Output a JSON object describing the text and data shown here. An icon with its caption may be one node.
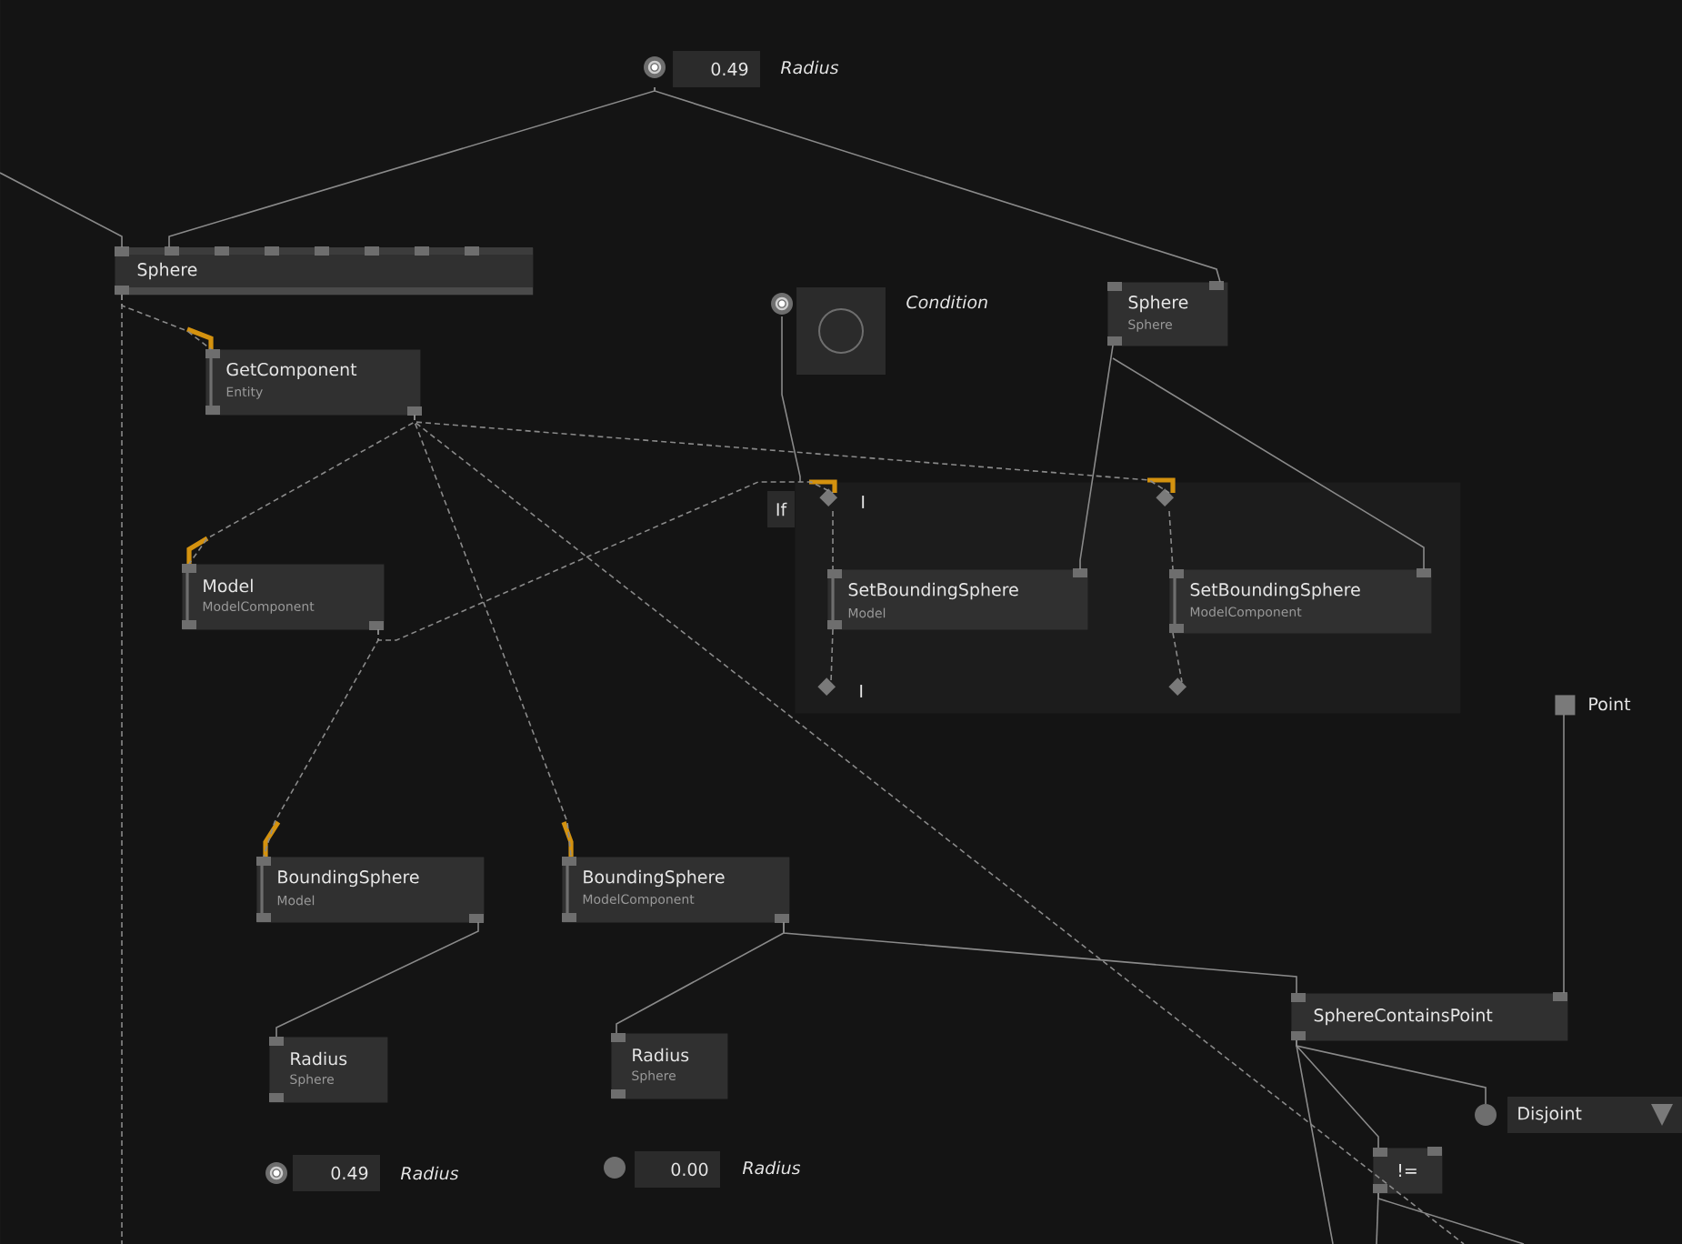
{
  "diagram": {
    "nodes": [
      {
        "text": [
          "0.49"
        ],
        "beside": [
          "Radius"
        ]
      },
      {
        "text": [
          "Sphere"
        ]
      },
      {
        "text": [],
        "shape": "box",
        "beside": [
          "Condition"
        ]
      },
      {
        "text": [
          "Sphere",
          "Sphere"
        ]
      },
      {
        "text": [
          "GetComponent",
          "Entity"
        ]
      },
      {
        "text": [
          "If"
        ]
      },
      {
        "text": [],
        "shape": "diamond",
        "in": 5,
        "beside": [
          "I"
        ]
      },
      {
        "text": [],
        "shape": "diamond",
        "in": 5
      },
      {
        "text": [
          "SetBoundingSphere",
          "Model"
        ],
        "in": 5
      },
      {
        "text": [
          "SetBoundingSphere",
          "ModelComponent"
        ],
        "in": 5
      },
      {
        "text": [],
        "shape": "diamond",
        "in": 5,
        "beside": [
          "I"
        ]
      },
      {
        "text": [],
        "shape": "diamond",
        "in": 5
      },
      {
        "text": [
          "Model",
          "ModelComponent"
        ]
      },
      {
        "text": [],
        "shape": "box",
        "beside": [
          "Point"
        ]
      },
      {
        "text": [
          "BoundingSphere",
          "Model"
        ]
      },
      {
        "text": [
          "BoundingSphere",
          "ModelComponent"
        ]
      },
      {
        "text": [
          "SphereContainsPoint"
        ]
      },
      {
        "text": [
          "Radius",
          "Sphere"
        ]
      },
      {
        "text": [
          "Radius",
          "Sphere"
        ]
      },
      {
        "text": [
          "Disjoint"
        ]
      },
      {
        "text": [
          "!="
        ]
      },
      {
        "text": [
          "0.49"
        ],
        "beside": [
          "Radius"
        ]
      },
      {
        "text": [
          "0.00"
        ],
        "beside": [
          "Radius"
        ]
      }
    ],
    "edges": [
      {
        "from": 0,
        "to": 1,
        "arrow": "none"
      },
      {
        "from": 0,
        "to": 3,
        "arrow": "none"
      },
      {
        "from": null,
        "to": 1,
        "arrow": "none"
      },
      {
        "from": 1,
        "to": 4,
        "arrow": "none",
        "style": "dashed"
      },
      {
        "from": 1,
        "to": null,
        "arrow": "none",
        "style": "dashed"
      },
      {
        "from": 4,
        "to": 12,
        "arrow": "none",
        "style": "dashed"
      },
      {
        "from": 4,
        "to": 15,
        "arrow": "none",
        "style": "dashed"
      },
      {
        "from": 4,
        "to": 7,
        "arrow": "none",
        "style": "dashed"
      },
      {
        "from": 4,
        "to": null,
        "arrow": "none",
        "style": "dashed"
      },
      {
        "from": 2,
        "to": 5,
        "arrow": "none"
      },
      {
        "from": 12,
        "to": 6,
        "arrow": "none",
        "style": "dashed"
      },
      {
        "from": 12,
        "to": 14,
        "arrow": "none",
        "style": "dashed"
      },
      {
        "from": 3,
        "to": 8,
        "arrow": "none"
      },
      {
        "from": 3,
        "to": 9,
        "arrow": "none"
      },
      {
        "from": 6,
        "to": 8,
        "arrow": "none",
        "style": "dashed"
      },
      {
        "from": 8,
        "to": 10,
        "arrow": "none",
        "style": "dashed"
      },
      {
        "from": 7,
        "to": 9,
        "arrow": "none",
        "style": "dashed"
      },
      {
        "from": 9,
        "to": 11,
        "arrow": "none",
        "style": "dashed"
      },
      {
        "from": 14,
        "to": 17,
        "arrow": "none"
      },
      {
        "from": 15,
        "to": 18,
        "arrow": "none"
      },
      {
        "from": 15,
        "to": 16,
        "arrow": "none"
      },
      {
        "from": 13,
        "to": 16,
        "arrow": "none"
      },
      {
        "from": 16,
        "to": 19,
        "arrow": "none"
      },
      {
        "from": 16,
        "to": 20,
        "arrow": "none"
      },
      {
        "from": 16,
        "to": null,
        "arrow": "none"
      },
      {
        "from": 20,
        "to": null,
        "arrow": "none"
      },
      {
        "from": 20,
        "to": null,
        "arrow": "none"
      }
    ]
  }
}
